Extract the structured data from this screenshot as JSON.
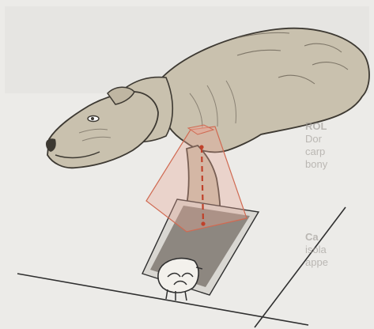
{
  "illustration": {
    "subject": "dog-lying-on-side",
    "limb": "forelimb-extended",
    "beam": "x-ray-projection",
    "colors": {
      "background": "#ecebe8",
      "dog_fill": "#c9c1ae",
      "dog_outline": "#3d3932",
      "beam": "#d06a52",
      "beam_fill": "#e8a596",
      "plate_frame": "#d9d7d2",
      "plate_film": "#8d8780",
      "table_line": "#2f2f2f"
    }
  },
  "background_text": {
    "line_1": "ROL",
    "line_2": "Dor",
    "line_3": "carp",
    "line_4": "bony",
    "line_5": "Ca",
    "line_6": "isola",
    "line_7": "appe"
  }
}
